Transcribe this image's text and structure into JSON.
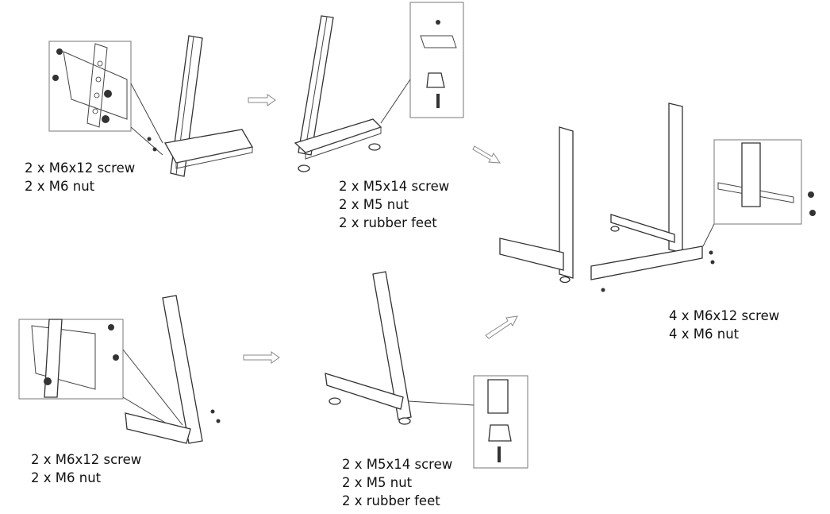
{
  "steps": {
    "top_left": {
      "lines": [
        "2 x M6x12 screw",
        "2 x M6 nut"
      ]
    },
    "top_mid": {
      "lines": [
        "2 x M5x14 screw",
        "2 x M5 nut",
        "2 x rubber feet"
      ]
    },
    "right": {
      "lines": [
        "4 x M6x12 screw",
        "4 x M6 nut"
      ]
    },
    "bottom_left": {
      "lines": [
        "2 x M6x12 screw",
        "2 x M6 nut"
      ]
    },
    "bottom_mid": {
      "lines": [
        "2 x M5x14 screw",
        "2 x M5 nut",
        "2 x rubber feet"
      ]
    }
  },
  "colors": {
    "line": "#333333",
    "arrow_outline": "#888888",
    "background": "#ffffff"
  }
}
